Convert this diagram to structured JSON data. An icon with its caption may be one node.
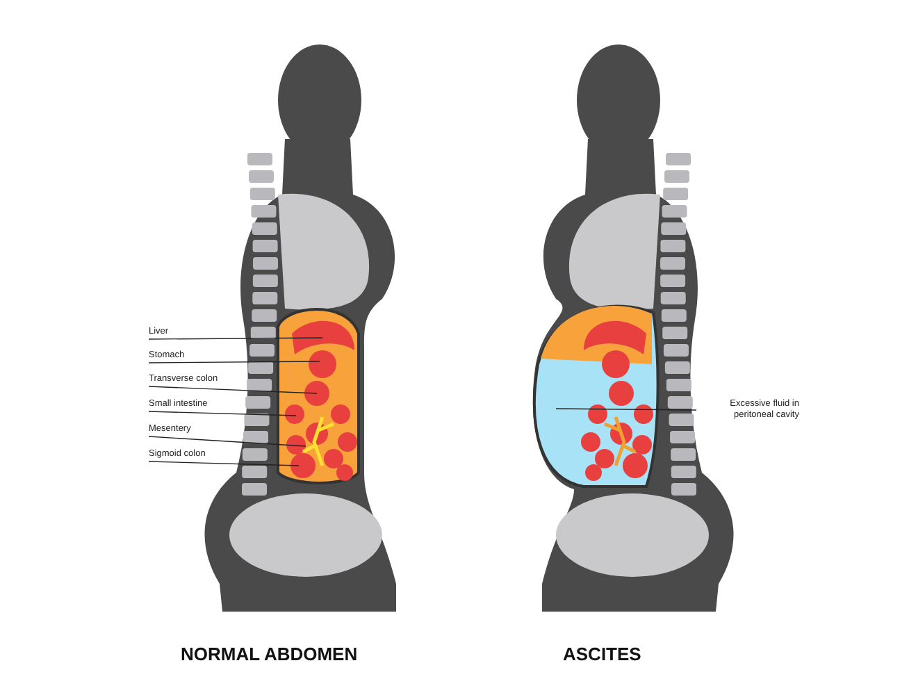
{
  "diagram": {
    "nodes": [
      {
        "text": [
          "Liver"
        ]
      },
      {
        "text": [
          "Stomach"
        ]
      },
      {
        "text": [
          "Transverse colon"
        ]
      },
      {
        "text": [
          "Small intestine"
        ]
      },
      {
        "text": [
          "Mesentery"
        ]
      },
      {
        "text": [
          "Sigmoid colon"
        ]
      },
      {
        "text": [
          "Excessive fluid in peritoneal cavity"
        ]
      }
    ],
    "edges": [
      {
        "from": 0,
        "to": null,
        "arrow": "none"
      },
      {
        "from": 1,
        "to": null,
        "arrow": "none"
      },
      {
        "from": 2,
        "to": null,
        "arrow": "none"
      },
      {
        "from": 3,
        "to": null,
        "arrow": "none"
      },
      {
        "from": 4,
        "to": null,
        "arrow": "none"
      },
      {
        "from": 5,
        "to": null,
        "arrow": "none"
      },
      {
        "from": 6,
        "to": null,
        "arrow": "none"
      }
    ],
    "labels": [
      "NORMAL ABDOMEN",
      "ASCITES"
    ]
  }
}
